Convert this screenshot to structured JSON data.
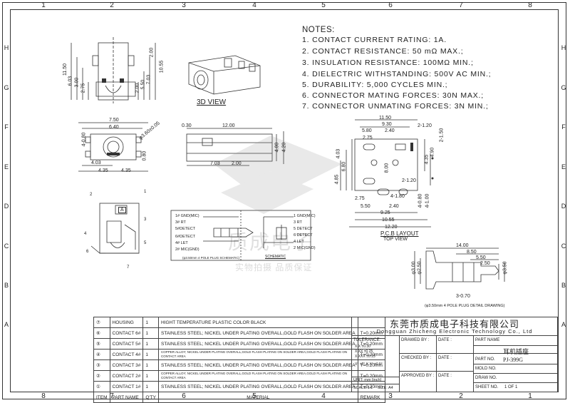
{
  "grid": {
    "columns_top": [
      "1",
      "2",
      "3",
      "4",
      "5",
      "6",
      "7",
      "8"
    ],
    "columns_bottom": [
      "8",
      "7",
      "6",
      "5",
      "4",
      "3",
      "2",
      "1"
    ],
    "rows_left": [
      "H",
      "G",
      "F",
      "E",
      "D",
      "C",
      "B",
      "A"
    ],
    "rows_right": [
      "H",
      "G",
      "F",
      "E",
      "D",
      "C",
      "B",
      "A"
    ]
  },
  "notes": {
    "title": "NOTES:",
    "items": [
      "1. CONTACT CURRENT RATING: 1A.",
      "2. CONTACT RESISTANCE: 50 mΩ MAX.;",
      "3. INSULATION RESISTANCE: 100MΩ MIN.;",
      "4. DIELECTRIC WITHSTANDING: 500V AC MIN.;",
      "5. DURABILITY: 5,000 CYCLES MIN.;",
      "6. CONNECTOR MATING FORCES: 30N MAX.;",
      "7. CONNECTOR UNMATING FORCES: 3N MIN.;"
    ]
  },
  "views": {
    "view3d_label": "3D VIEW",
    "pcb_label": "P.C.B LAYOUT",
    "top_view_label": "TOP VIEW",
    "plug_detail_label": "(φ3.50mm 4 POLE PLUG DETAIL DRAWING)",
    "schematic_label": "SCHEMATIC",
    "plug_schematic_label": "(φ3.50mm 4 POLE PLUG SCHEMATIC)",
    "marker_a": "A"
  },
  "dims": {
    "front": [
      "11.50",
      "6.03",
      "3.00",
      "2.75",
      "2.00",
      "2.75",
      "5.50",
      "7.03",
      "10.55",
      "2.00"
    ],
    "side": [
      "7.50",
      "6.40",
      "φ3.60±0.05",
      "4-0.80",
      "0.80",
      "4.03",
      "4.35",
      "4.35"
    ],
    "top": [
      "0.30",
      "12.00",
      "4.00",
      "4.20",
      "7.03",
      "2.00"
    ],
    "pcb": [
      "11.50",
      "9.30",
      "5.80",
      "2.40",
      "2-1.20",
      "2-1.50",
      "2.75",
      "4.03",
      "6.80",
      "8.00",
      "4.85",
      "4.35",
      "4.90",
      "2.75",
      "5.50",
      "2.40",
      "4-1.80",
      "4-0.80",
      "4-1.00",
      "9.25",
      "10.55",
      "12.20",
      "2-1.20"
    ],
    "plug": [
      "14.00",
      "8.50",
      "5.50",
      "2.50",
      "φ3.00",
      "φ2.50",
      "φ3.50",
      "3-0.70"
    ]
  },
  "pins_left": [
    "1# GND(MIC)",
    "3# RT",
    "5#DETECT",
    "6#DETECT",
    "4# LET",
    "2# MIC(GND)"
  ],
  "pins_right": [
    "1 GND(MIC)",
    "3 RT",
    "5 DETECT",
    "6 DETECT",
    "4 LET",
    "2 MIC(GND)"
  ],
  "callouts": [
    "1",
    "2",
    "3",
    "4",
    "5",
    "6",
    "7"
  ],
  "bom": {
    "headers": [
      "ITEM",
      "PART NAME",
      "Q'TY",
      "MATERIAL",
      "REMARK"
    ],
    "rows": [
      {
        "item": "⑦",
        "name": "HOUSING",
        "qty": "1",
        "material": "HIGHT TEMPERATURE PLASTIC  COLOR BLACK",
        "remark": ""
      },
      {
        "item": "⑥",
        "name": "CONTACT 6#",
        "qty": "1",
        "material": "STAINLESS STEEL; NICKEL UNDER PLATING OVERALL,GOLD FLASH ON SOLDER AREA",
        "remark": "T=0.20mm"
      },
      {
        "item": "⑤",
        "name": "CONTACT 5#",
        "qty": "1",
        "material": "STAINLESS STEEL; NICKEL UNDER PLATING OVERALL,GOLD FLASH ON SOLDER AREA",
        "remark": "T=0.20mm"
      },
      {
        "item": "④",
        "name": "CONTACT 4#",
        "qty": "1",
        "material": "COPPER ALLOY; NICKEL UNDER PLATING OVERALL,GOLD FLASH PLATING ON SOLDER AREA,GOLD FLASH PLATING ON CONTACT AREA",
        "remark": "T=0.20mm"
      },
      {
        "item": "③",
        "name": "CONTACT 3#",
        "qty": "1",
        "material": "STAINLESS STEEL; NICKEL UNDER PLATING OVERALL,GOLD FLASH ON SOLDER AREA",
        "remark": "T=0.20mm"
      },
      {
        "item": "②",
        "name": "CONTACT 2#",
        "qty": "1",
        "material": "COPPER ALLOY; NICKEL UNDER PLATING OVERALL,GOLD FLASH PLATING ON SOLDER AREA,GOLD FLASH PLATING ON CONTACT AREA",
        "remark": "T=0.20mm"
      },
      {
        "item": "①",
        "name": "CONTACT 1#",
        "qty": "1",
        "material": "STAINLESS STEEL; NICKEL UNDER PLATING OVERALL,GOLD FLASH ON SOLDER AREA",
        "remark": "T=0.20mm"
      }
    ]
  },
  "title_block": {
    "company_cn": "东莞市质成电子科技有限公司",
    "company_en": "Dongguan Zhicheng Electronic Technology Co., Ltd",
    "tolerance_label": "TOLERANCE:",
    "tol_lines": [
      "X.X    ±0.30",
      "X.XX   ±0.25",
      "X.XXX  ±0.15",
      "X°  ±2°     X.X°  ±0.5°"
    ],
    "unit": "UNIT: mm  [inch]",
    "scale": "SCALE:1:1",
    "size": "SIZE: A4",
    "drawed_by": "DRAWED BY :",
    "checked_by": "CHECKED BY :",
    "approved_by": "APPROVED BY :",
    "date": "DATE :",
    "part_name_label": "PART NAME",
    "part_name_value": "耳机插座",
    "part_no_label": "PART NO.",
    "part_no_value": "PJ-399G",
    "mold_no_label": "MOLD NO.",
    "draw_no_label": "DRAW NO.",
    "sheet_no_label": "SHEET NO.",
    "sheet_value": "1 OF 1"
  },
  "watermark": {
    "brand": "质成电子",
    "slogan": "实物拍摄  品质保证"
  }
}
